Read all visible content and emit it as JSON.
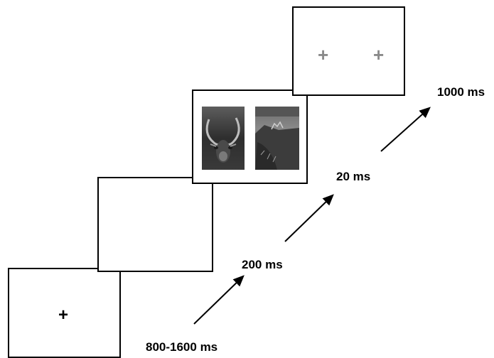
{
  "frames": {
    "fixation": {
      "symbol": "+"
    },
    "cues": {
      "left_symbol": "+",
      "right_symbol": "+"
    }
  },
  "durations": {
    "fixation": "800-1600 ms",
    "blank": "200 ms",
    "images": "20 ms",
    "cues": "1000 ms"
  },
  "colors": {
    "frame_border": "#000000",
    "cue_cross": "#8a8a8a",
    "fixation_cross": "#000000",
    "arrow": "#000000"
  },
  "icons": {
    "arrow": "diagonal-arrow-icon",
    "left_image": "antelope-photo-grayscale",
    "right_image": "coastal-cliff-photo-grayscale"
  }
}
